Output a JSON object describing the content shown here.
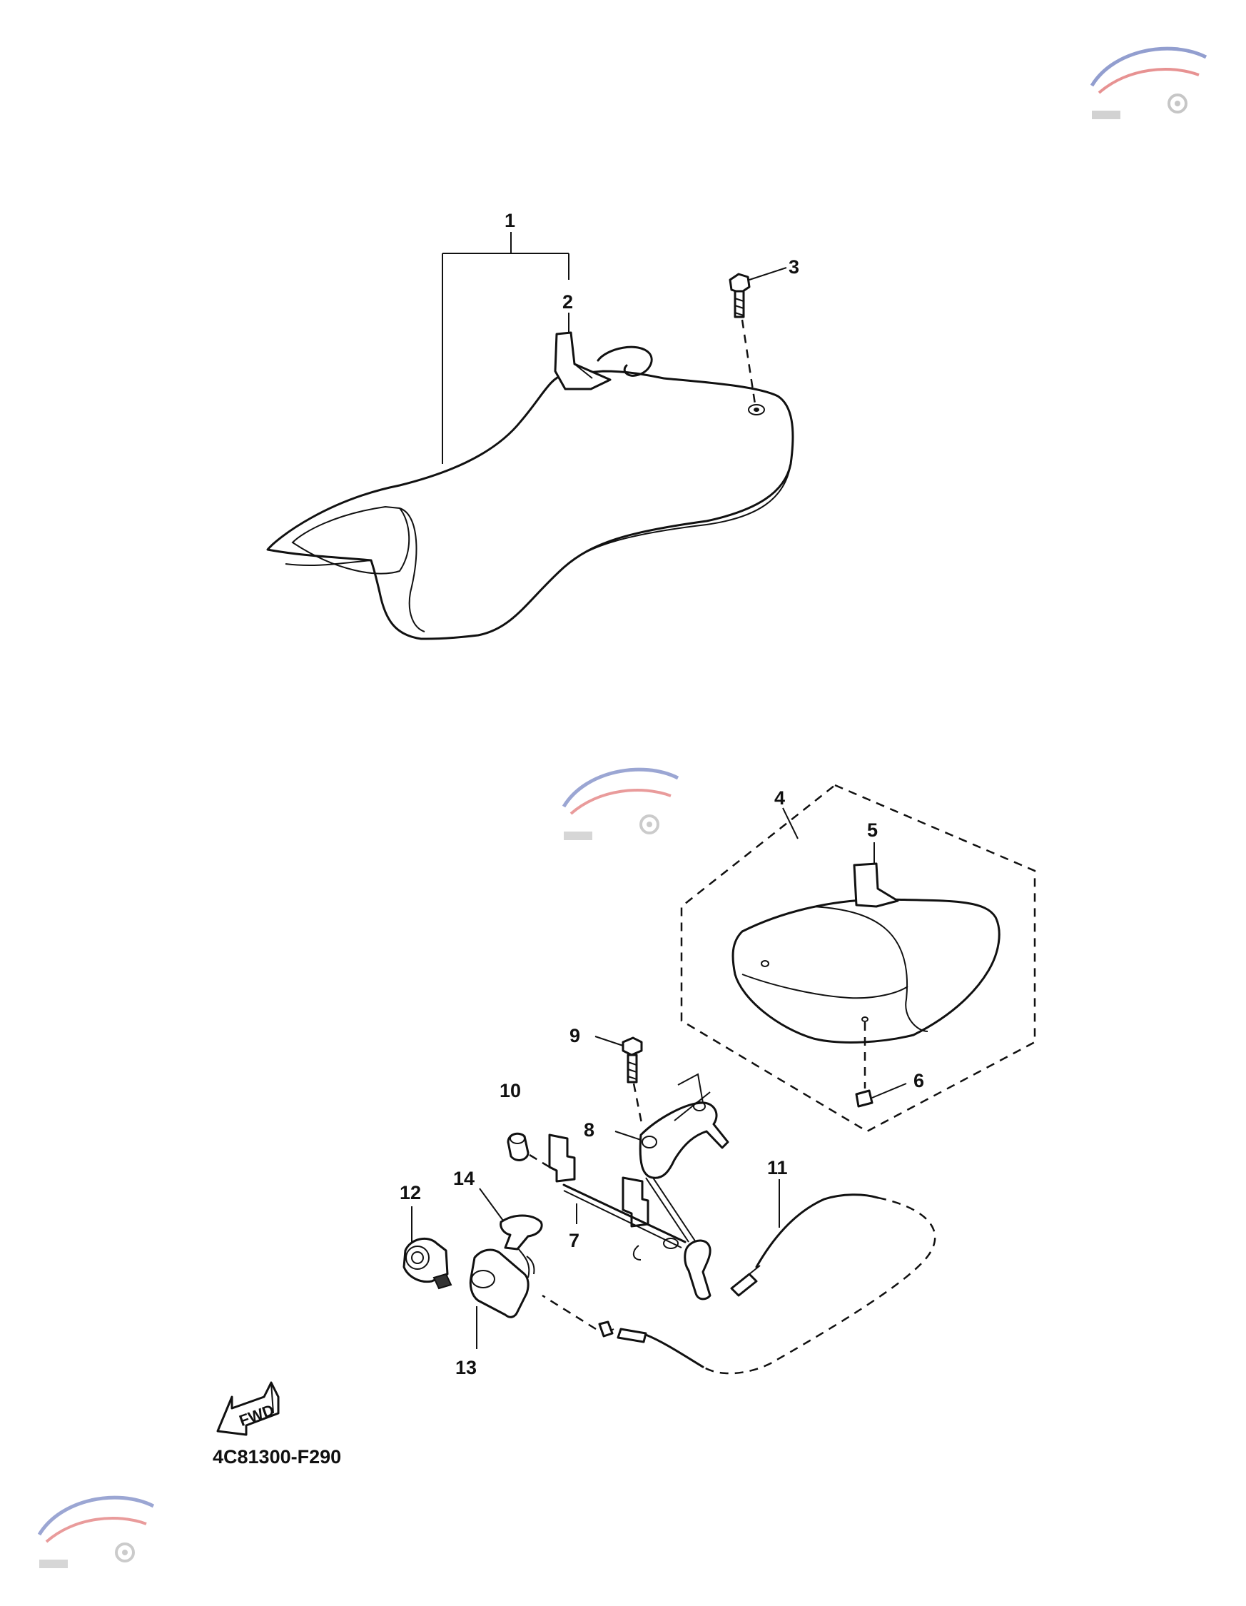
{
  "diagram": {
    "callouts": [
      "1",
      "2",
      "3",
      "4",
      "5",
      "6",
      "7",
      "8",
      "9",
      "10",
      "11",
      "12",
      "13",
      "14"
    ],
    "fwd_label": "FWD",
    "diagram_code": "4C81300-F290"
  },
  "colors": {
    "line": "#111111",
    "background": "#ffffff",
    "watermark_blue": "#3a4fa8",
    "watermark_red": "#d43a3a"
  }
}
